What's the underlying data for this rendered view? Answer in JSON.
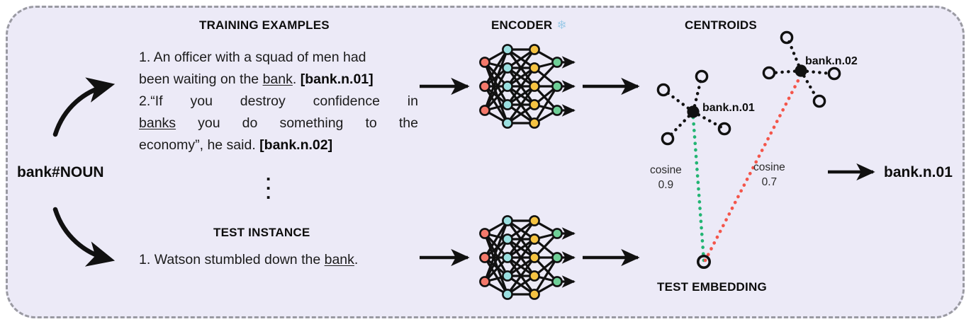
{
  "diagram": {
    "background_color": "#ECEAF7",
    "border_color": "#9a9aa2",
    "input_label": "bank#NOUN",
    "output_label": "bank.n.01"
  },
  "sections": {
    "training": {
      "title": "TRAINING EXAMPLES",
      "example_1": {
        "number": "1.",
        "line_a": "An officer with a squad of men had",
        "line_b_pre": "been waiting on the ",
        "line_b_underlined": "bank",
        "line_b_post": ". ",
        "sense_tag": "[bank.n.01]"
      },
      "example_2": {
        "number": "2.",
        "line_a_words": [
          "“If",
          "you",
          "destroy",
          "confidence",
          "in"
        ],
        "line_b_underlined": "banks",
        "line_b_words": [
          "you",
          "do",
          "something",
          "to",
          "the"
        ],
        "line_c_pre": "economy”, he said. ",
        "sense_tag": "[bank.n.02]"
      },
      "ellipsis": "⋮"
    },
    "test": {
      "title": "TEST INSTANCE",
      "instance": {
        "number": "1.",
        "pre": "Watson stumbled down the ",
        "underlined": "bank",
        "post": "."
      }
    },
    "encoder": {
      "title": "ENCODER",
      "frozen_icon": "❄",
      "node_colors": {
        "input": "#F4796B",
        "hidden_cyan": "#9BDFE0",
        "hidden_yellow": "#F5C342",
        "output": "#6FCF97",
        "edge": "#111111"
      }
    },
    "centroids": {
      "title": "CENTROIDS",
      "items": [
        {
          "label": "bank.n.01",
          "spokes": 4
        },
        {
          "label": "bank.n.02",
          "spokes": 4
        }
      ]
    },
    "embedding": {
      "title": "TEST EMBEDDING"
    },
    "similarities": [
      {
        "metric": "cosine",
        "value": "0.9",
        "color": "#22B573",
        "target": "bank.n.01"
      },
      {
        "metric": "cosine",
        "value": "0.7",
        "color": "#F4554A",
        "target": "bank.n.02"
      }
    ]
  }
}
